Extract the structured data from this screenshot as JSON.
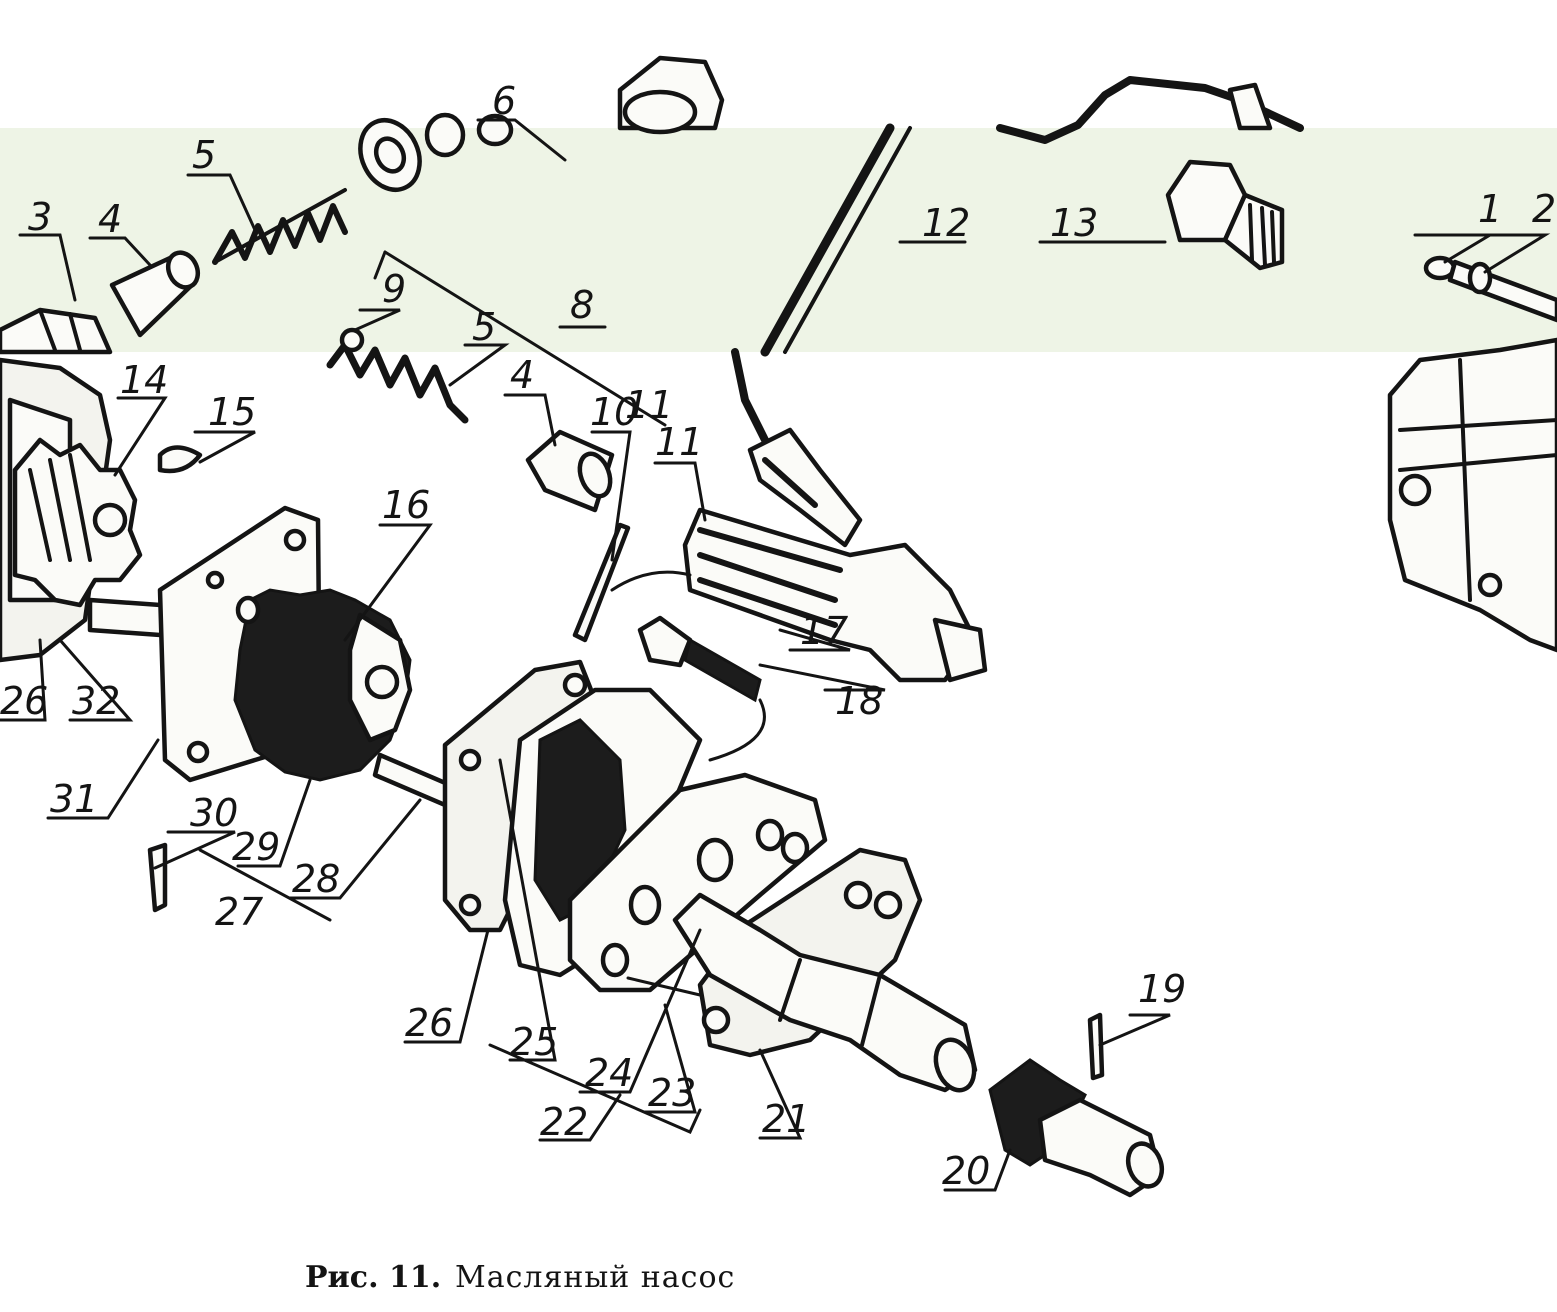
{
  "figure": {
    "caption_prefix": "Рис. 11.",
    "caption_text": "Масляный насос"
  },
  "callouts": {
    "c1": "1",
    "c2": "2",
    "c3": "3",
    "c4a": "4",
    "c4b": "4",
    "c5a": "5",
    "c5b": "5",
    "c6": "6",
    "c8": "8",
    "c9": "9",
    "c10": "10",
    "c11a": "11",
    "c11b": "11",
    "c12": "12",
    "c13": "13",
    "c14": "14",
    "c15": "15",
    "c16": "16",
    "c17": "17",
    "c18": "18",
    "c19": "19",
    "c20": "20",
    "c21": "21",
    "c22": "22",
    "c23": "23",
    "c24": "24",
    "c25": "25",
    "c26a": "26",
    "c26b": "26",
    "c27": "27",
    "c28": "28",
    "c29": "29",
    "c30": "30",
    "c31": "31",
    "c32": "32"
  },
  "colors": {
    "ink": "#141414",
    "band": "#eef4e6",
    "paper": "#ffffff"
  }
}
